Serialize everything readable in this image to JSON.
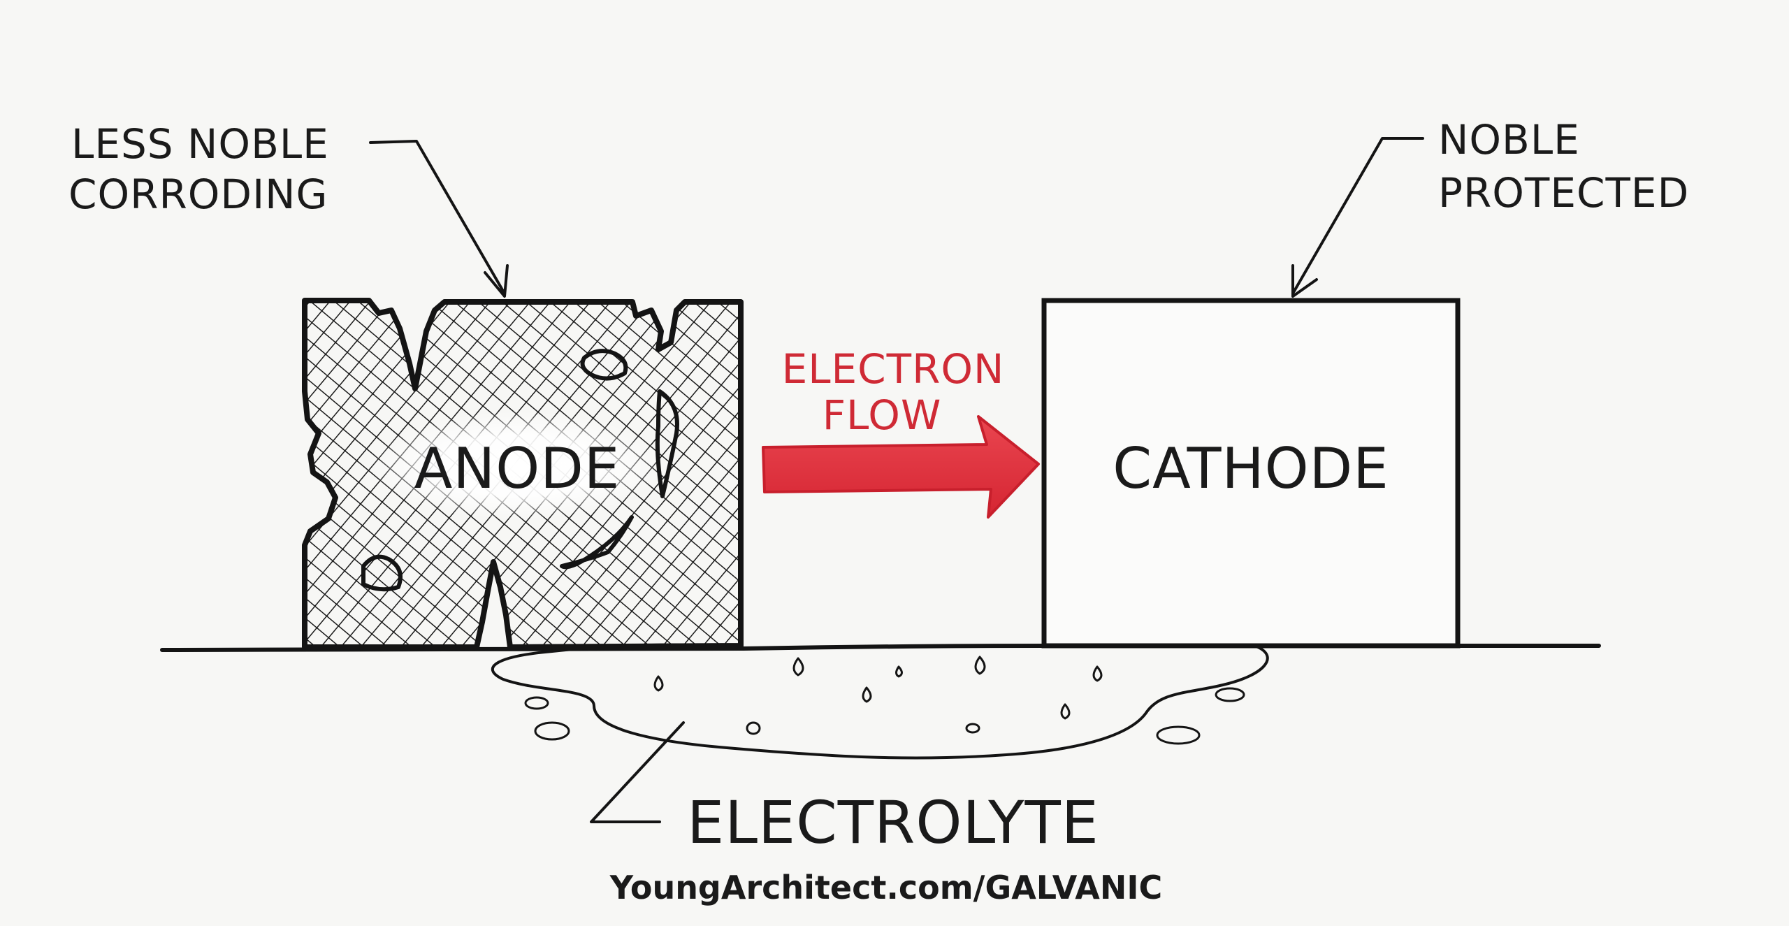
{
  "anode_callout": {
    "line1": "LESS NOBLE",
    "line2": "CORRODING"
  },
  "cathode_callout": {
    "line1": "NOBLE",
    "line2": "PROTECTED"
  },
  "anode_label": "ANODE",
  "cathode_label": "CATHODE",
  "flow": {
    "line1": "ELECTRON",
    "line2": "FLOW"
  },
  "electrolyte_label": "ELECTROLYTE",
  "footer_url": "YoungArchitect.com/GALVANIC",
  "colors": {
    "ink": "#141414",
    "arrow": "#e0323f",
    "background": "#f7f7f5"
  }
}
